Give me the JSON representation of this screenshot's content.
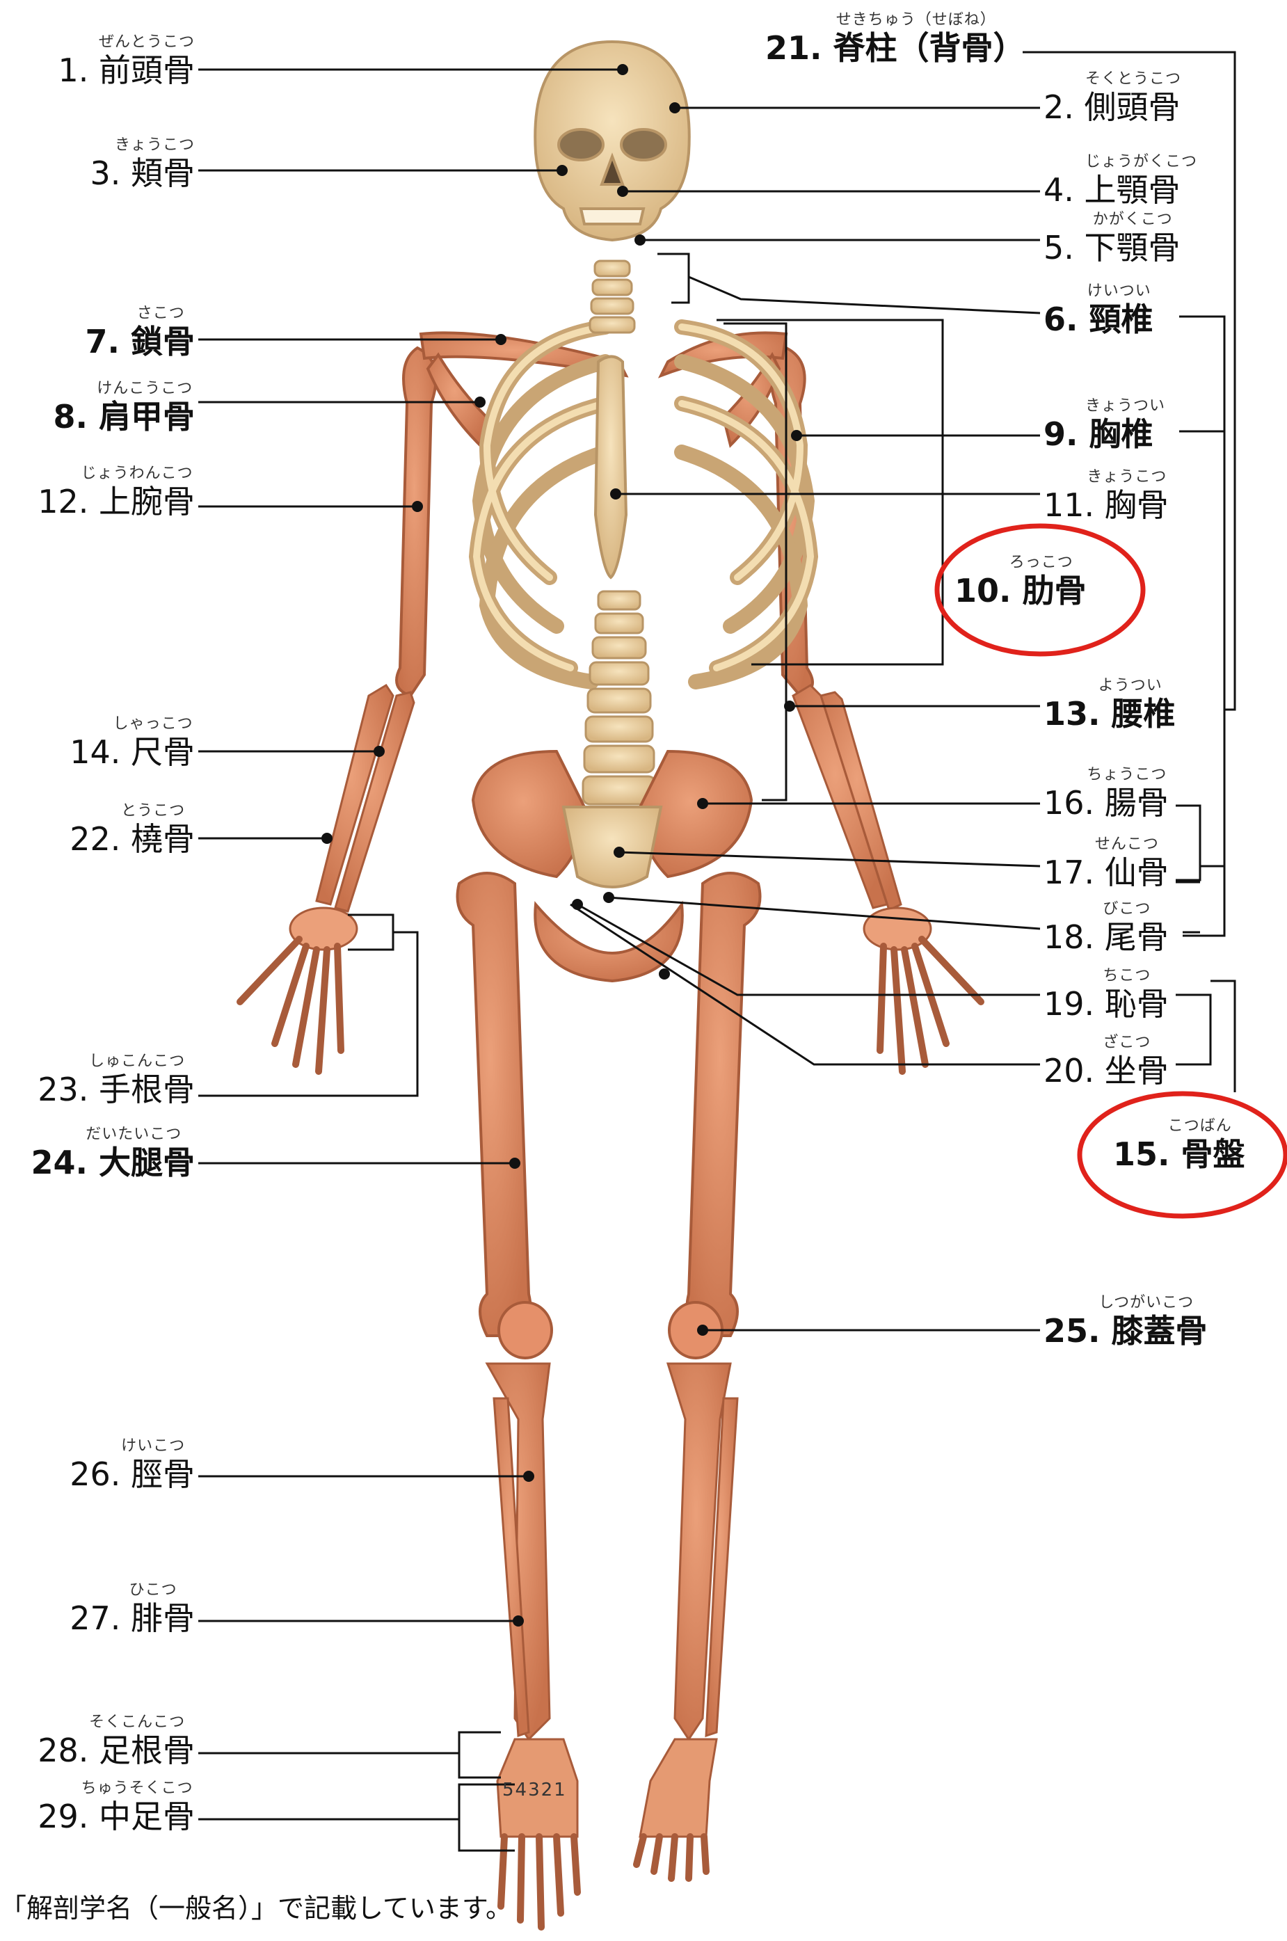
{
  "colors": {
    "bone_light": "#ecd4a4",
    "bone_light_stroke": "#b89566",
    "bone_orange": "#d9875e",
    "bone_orange_stroke": "#a85b3a",
    "leader_line": "#111111",
    "highlight_circle": "#e0221b"
  },
  "labels": {
    "l1": {
      "ruby": "ぜんとうこつ",
      "text": "1. 前頭骨"
    },
    "l2": {
      "ruby": "そくとうこつ",
      "text": "2. 側頭骨"
    },
    "l3": {
      "ruby": "きょうこつ",
      "text": "3. 頬骨"
    },
    "l4": {
      "ruby": "じょうがくこつ",
      "text": "4. 上顎骨"
    },
    "l5": {
      "ruby": "かがくこつ",
      "text": "5. 下顎骨"
    },
    "l6": {
      "ruby": "けいつい",
      "text": "6. 頸椎"
    },
    "l7": {
      "ruby": "さこつ",
      "text": "7. 鎖骨"
    },
    "l8": {
      "ruby": "けんこうこつ",
      "text": "8. 肩甲骨"
    },
    "l9": {
      "ruby": "きょうつい",
      "text": "9. 胸椎"
    },
    "l10": {
      "ruby": "ろっこつ",
      "text": "10. 肋骨"
    },
    "l11": {
      "ruby": "きょうこつ",
      "text": "11. 胸骨"
    },
    "l12": {
      "ruby": "じょうわんこつ",
      "text": "12. 上腕骨"
    },
    "l13": {
      "ruby": "ようつい",
      "text": "13. 腰椎"
    },
    "l14": {
      "ruby": "しゃっこつ",
      "text": "14. 尺骨"
    },
    "l15": {
      "ruby": "こつばん",
      "text": "15. 骨盤"
    },
    "l16": {
      "ruby": "ちょうこつ",
      "text": "16. 腸骨"
    },
    "l17": {
      "ruby": "せんこつ",
      "text": "17. 仙骨"
    },
    "l18": {
      "ruby": "びこつ",
      "text": "18. 尾骨"
    },
    "l19": {
      "ruby": "ちこつ",
      "text": "19. 恥骨"
    },
    "l20": {
      "ruby": "ざこつ",
      "text": "20. 坐骨"
    },
    "l21": {
      "ruby": "せきちゅう（せぼね）",
      "text": "21. 脊柱（背骨）"
    },
    "l22": {
      "ruby": "とうこつ",
      "text": "22. 橈骨"
    },
    "l23": {
      "ruby": "しゅこんこつ",
      "text": "23. 手根骨"
    },
    "l24": {
      "ruby": "だいたいこつ",
      "text": "24. 大腿骨"
    },
    "l25": {
      "ruby": "しつがいこつ",
      "text": "25. 膝蓋骨"
    },
    "l26": {
      "ruby": "けいこつ",
      "text": "26. 脛骨"
    },
    "l27": {
      "ruby": "ひこつ",
      "text": "27. 腓骨"
    },
    "l28": {
      "ruby": "そくこんこつ",
      "text": "28. 足根骨"
    },
    "l29": {
      "ruby": "ちゅうそくこつ",
      "text": "29. 中足骨"
    }
  },
  "toe_digits": "54321",
  "footnote": "「解剖学名（一般名）」で記載しています。"
}
